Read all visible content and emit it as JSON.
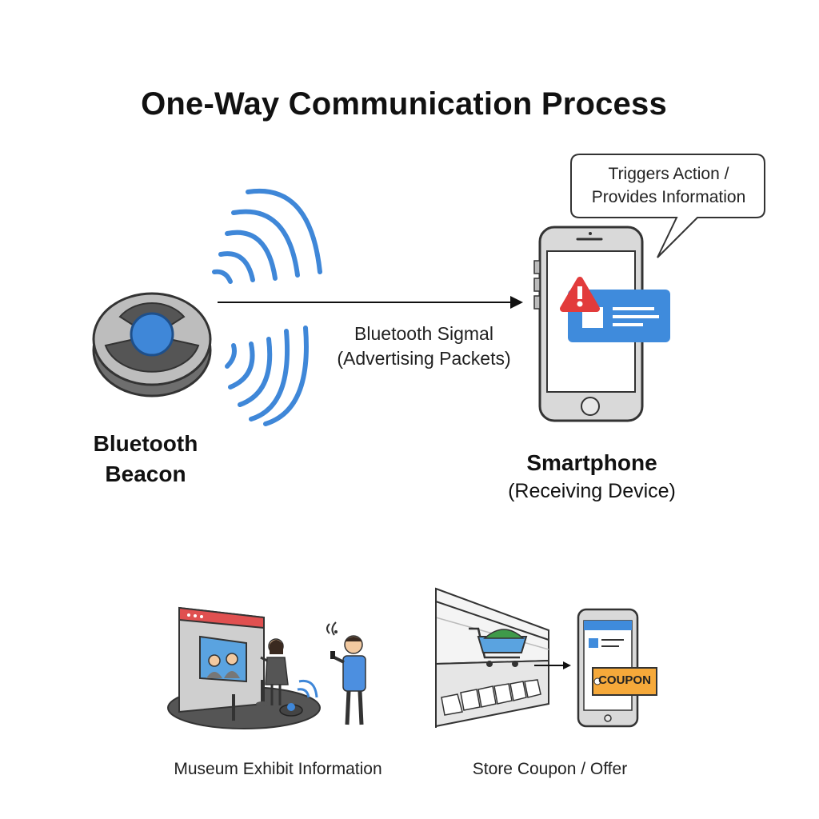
{
  "diagram": {
    "title": "One-Way Communication Process",
    "beacon": {
      "name": "Bluetooth Beacon"
    },
    "signal": {
      "line1": "Bluetooth Sigmal",
      "line2": "(Advertising Packets)"
    },
    "smartphone": {
      "name": "Smartphone",
      "role": "(Receiving Device)"
    },
    "callout": {
      "line1": "Triggers Action /",
      "line2": "Provides Information"
    },
    "examples": [
      {
        "caption": "Museum Exhibit Information"
      },
      {
        "caption": "Store Coupon / Offer",
        "badge": "COUPON"
      }
    ]
  },
  "colors": {
    "signal_blue": "#3f87d8",
    "notification_blue": "#3f8bdc",
    "alert_red": "#e23b3b",
    "coupon_orange": "#f6a93a",
    "device_gray": "#d9d9d9",
    "outline": "#333333"
  }
}
